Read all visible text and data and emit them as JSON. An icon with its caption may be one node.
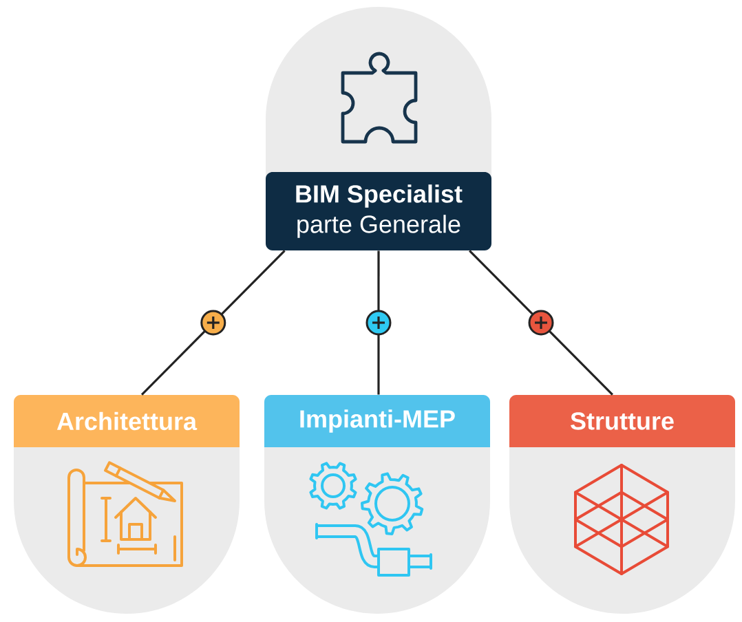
{
  "diagram": {
    "nodes": [
      {
        "text": [
          "BIM Specialist",
          "parte Generale"
        ]
      },
      {
        "text": [
          "Architettura"
        ]
      },
      {
        "text": [
          "Impianti-MEP"
        ]
      },
      {
        "text": [
          "Strutture"
        ]
      }
    ],
    "edges": [
      {
        "from": 0,
        "to": 1,
        "arrow": "none"
      },
      {
        "from": 0,
        "to": 2,
        "arrow": "none"
      },
      {
        "from": 0,
        "to": 3,
        "arrow": "none"
      }
    ]
  }
}
